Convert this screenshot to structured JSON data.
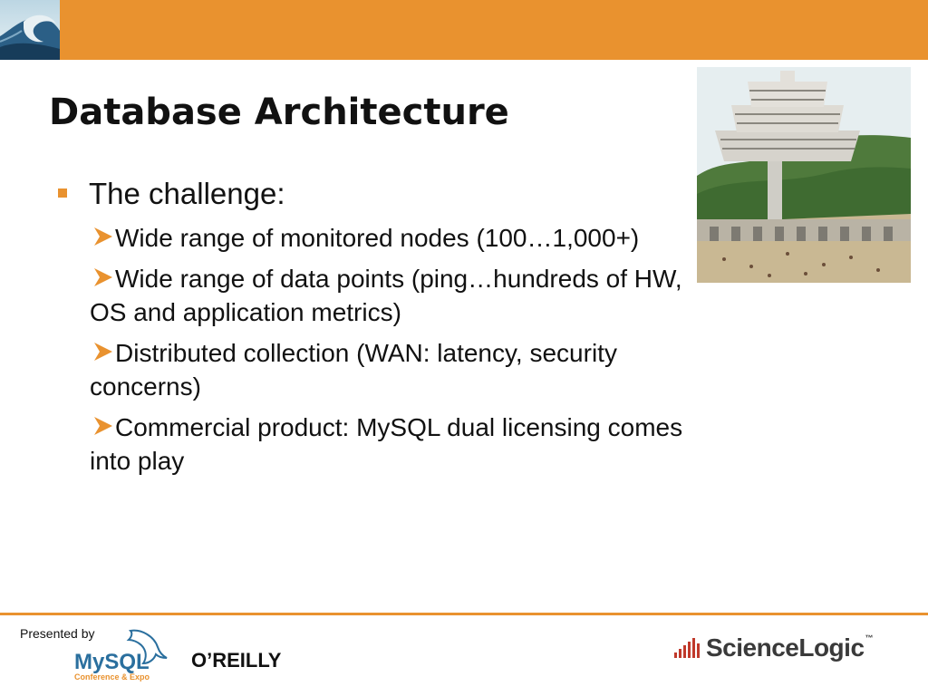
{
  "slide": {
    "title": "Database Architecture",
    "bullets": [
      {
        "text": "The challenge:",
        "sub": [
          "Wide range of monitored nodes (100…1,000+)",
          "Wide range of data points (ping…hundreds of HW, OS and application metrics)",
          "Distributed collection (WAN: latency, security concerns)",
          "Commercial product: MySQL dual licensing comes into play"
        ]
      }
    ]
  },
  "footer": {
    "presented_by": "Presented by",
    "mysql_name": "MySQL",
    "mysql_tagline": "Conference & Expo",
    "oreilly": "O’REILLY",
    "sciencelogic": "ScienceLogic",
    "tm": "™"
  },
  "colors": {
    "accent": "#E9922F",
    "text": "#111111"
  },
  "icons": {
    "header_logo": "ocean-wave-icon",
    "sub_bullet": "arrow-bullet-icon",
    "sciencelogic_mark": "signal-bars-icon",
    "mysql_mark": "dolphin-icon"
  }
}
